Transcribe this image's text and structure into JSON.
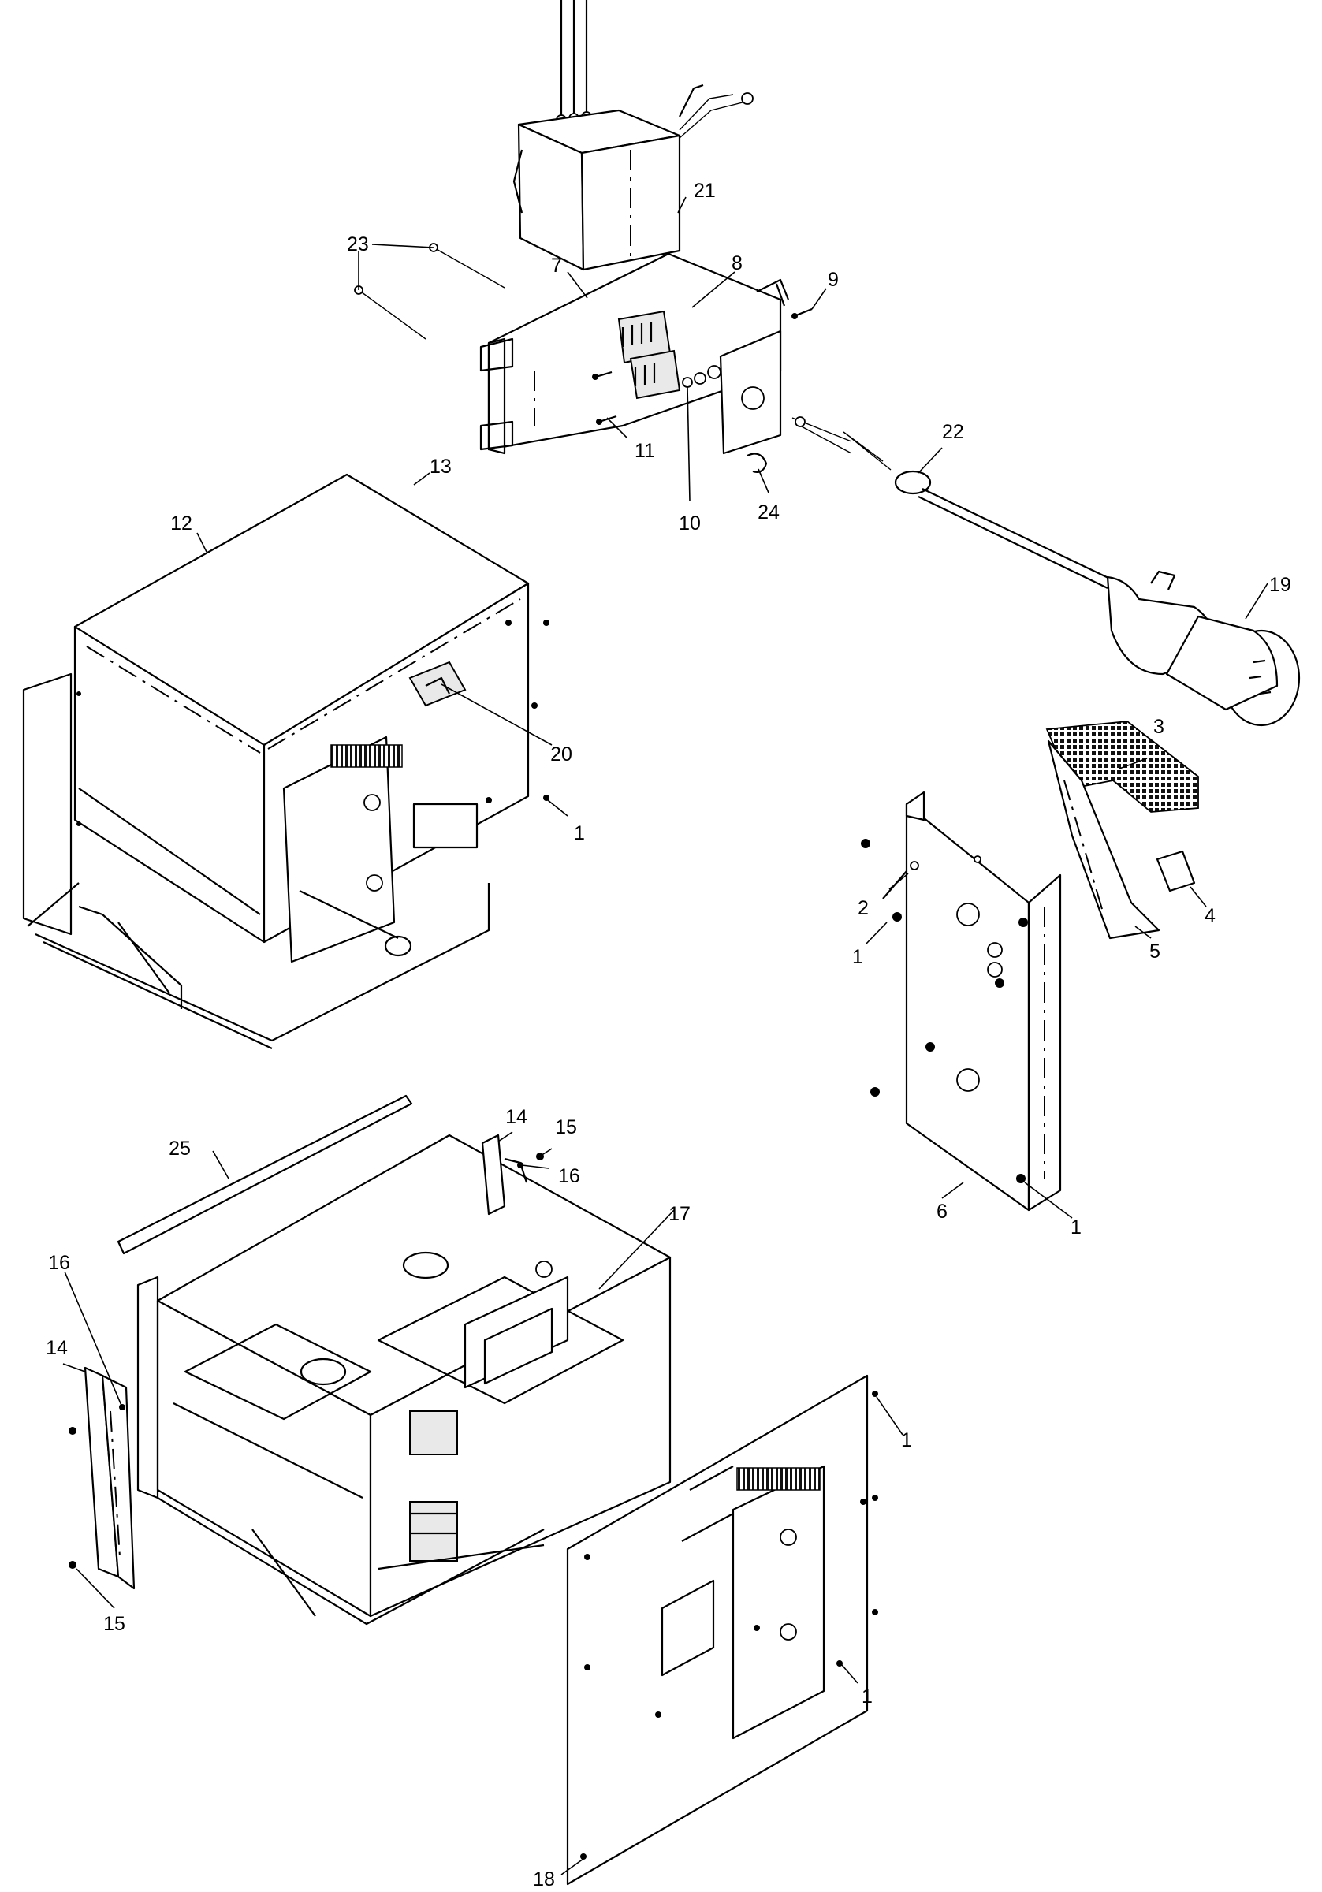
{
  "callouts": [
    {
      "id": "c1a",
      "label": "1"
    },
    {
      "id": "c1b",
      "label": "1"
    },
    {
      "id": "c1c",
      "label": "1"
    },
    {
      "id": "c1d",
      "label": "1"
    },
    {
      "id": "c1e",
      "label": "1"
    },
    {
      "id": "c2",
      "label": "2"
    },
    {
      "id": "c3",
      "label": "3"
    },
    {
      "id": "c4",
      "label": "4"
    },
    {
      "id": "c5",
      "label": "5"
    },
    {
      "id": "c6",
      "label": "6"
    },
    {
      "id": "c7",
      "label": "7"
    },
    {
      "id": "c8",
      "label": "8"
    },
    {
      "id": "c9",
      "label": "9"
    },
    {
      "id": "c10",
      "label": "10"
    },
    {
      "id": "c11",
      "label": "11"
    },
    {
      "id": "c12",
      "label": "12"
    },
    {
      "id": "c13",
      "label": "13"
    },
    {
      "id": "c14a",
      "label": "14"
    },
    {
      "id": "c14b",
      "label": "14"
    },
    {
      "id": "c15a",
      "label": "15"
    },
    {
      "id": "c15b",
      "label": "15"
    },
    {
      "id": "c16a",
      "label": "16"
    },
    {
      "id": "c16b",
      "label": "16"
    },
    {
      "id": "c17",
      "label": "17"
    },
    {
      "id": "c18",
      "label": "18"
    },
    {
      "id": "c19",
      "label": "19"
    },
    {
      "id": "c20",
      "label": "20"
    },
    {
      "id": "c21",
      "label": "21"
    },
    {
      "id": "c22",
      "label": "22"
    },
    {
      "id": "c23",
      "label": "23"
    },
    {
      "id": "c24",
      "label": "24"
    },
    {
      "id": "c25",
      "label": "25"
    }
  ]
}
